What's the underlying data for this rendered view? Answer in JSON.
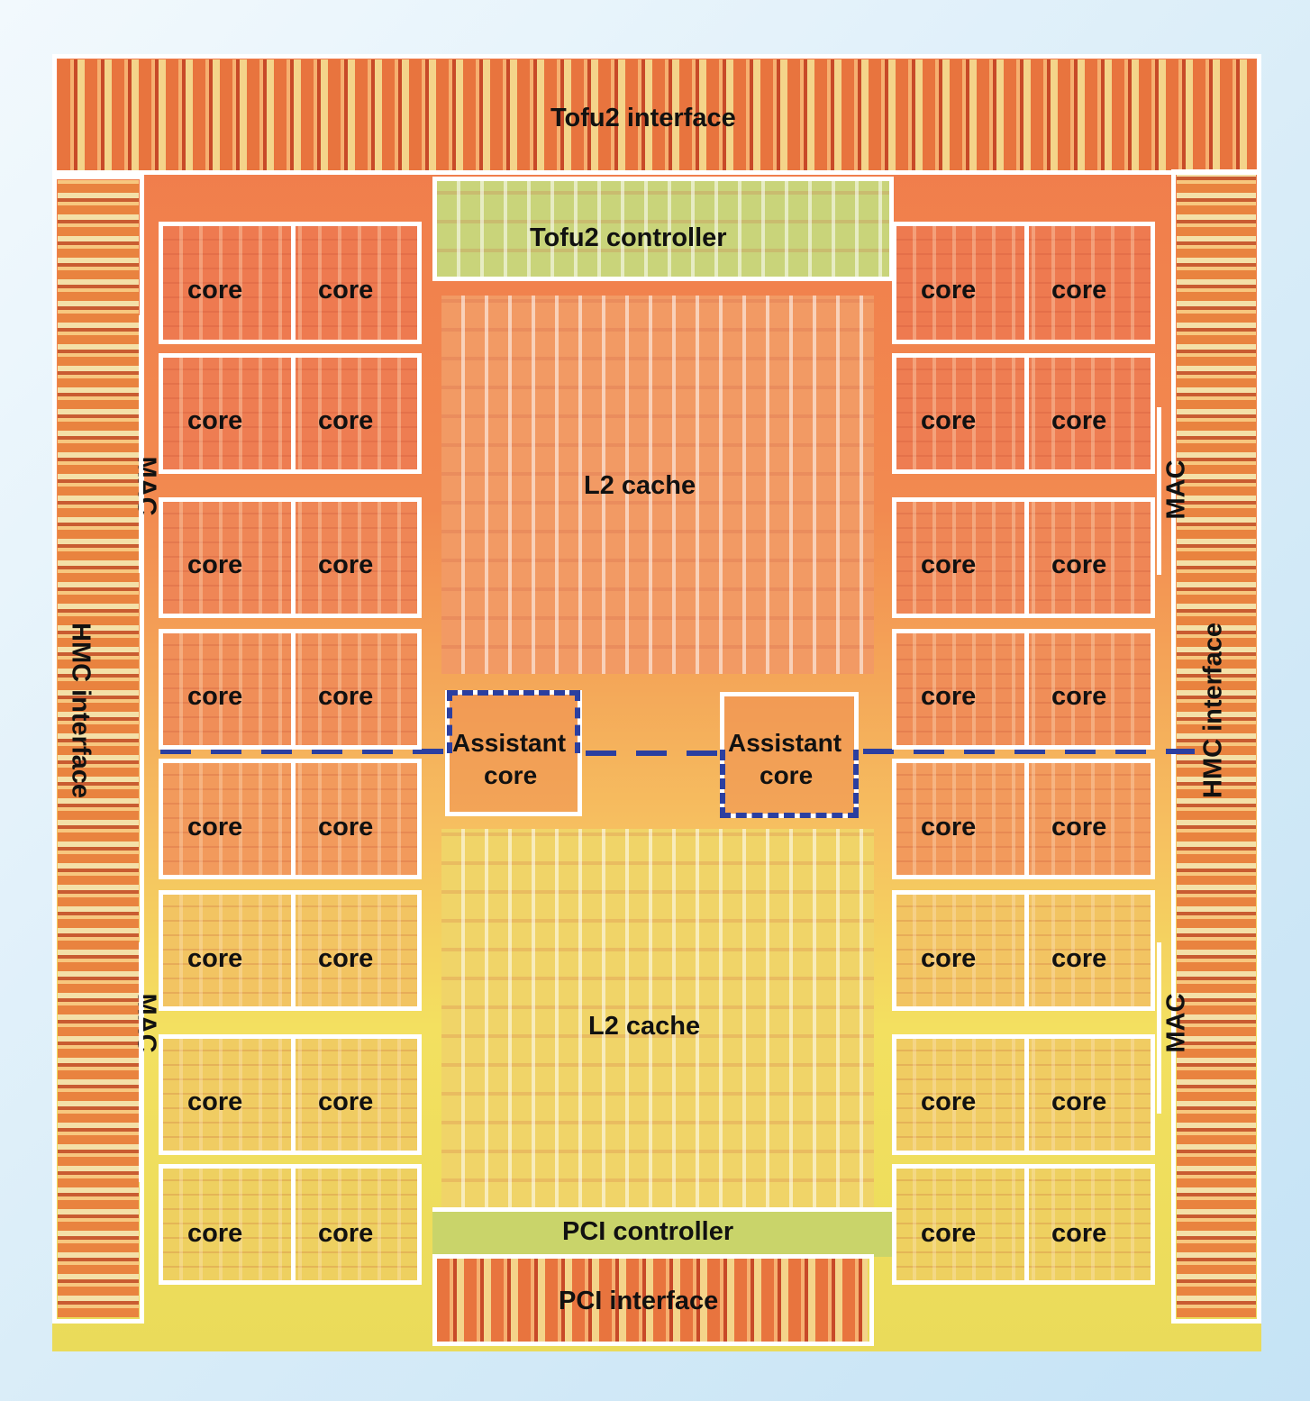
{
  "labels": {
    "tofu2_interface": "Tofu2 interface",
    "tofu2_controller": "Tofu2  controller",
    "l2_cache": "L2 cache",
    "mac": "MAC",
    "hmc_interface": "HMC interface",
    "assistant_core_line1": "Assistant",
    "assistant_core_line2": "core",
    "pci_controller": "PCI controller",
    "pci_interface": "PCI interface",
    "core": "core"
  },
  "colors": {
    "frame": "#ffffff",
    "dashed_outline": "#2b3fa0",
    "background": "#d8ecf8"
  }
}
